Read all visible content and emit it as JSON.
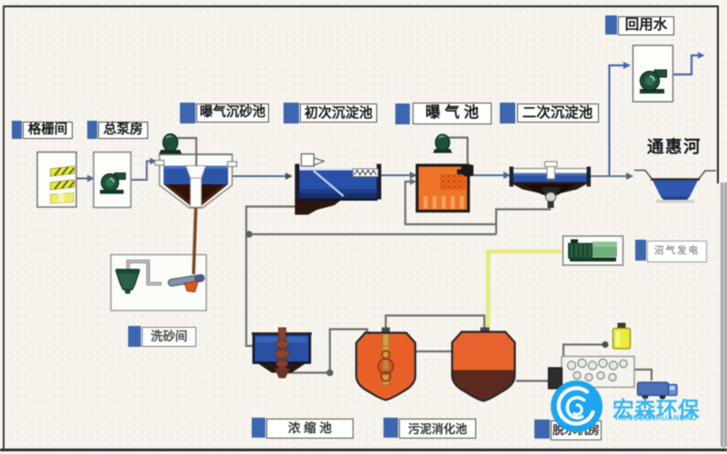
{
  "diagram": {
    "subject": "wastewater-treatment-plant-process-flow",
    "language": "zh-CN"
  },
  "labels": {
    "grid_room": "格栅间",
    "pump_house": "总泵房",
    "grit_chamber": "曝气沉砂池",
    "primary_sedimentation": "初次沉淀池",
    "aeration_tank": "曝 气 池",
    "secondary_sedimentation": "二次沉淀池",
    "reuse_water": "回用水",
    "river": "通惠河",
    "sand_washing": "洗砂间",
    "biogas_power": "沼气发电",
    "thickener": "浓 缩 池",
    "sludge_digester": "污泥消化池",
    "dewatering_room": "脱水机房"
  },
  "watermark": {
    "brand": "宏森环保",
    "brand_latin": "HONGSENHUANBAO",
    "logo": "hongsen-circle-logo",
    "color": "#2fb2f2"
  },
  "equipment_icons": [
    "bar-screen-icon",
    "water-pump-icon",
    "blower-icon",
    "aerated-grit-chamber-icon",
    "primary-clarifier-icon",
    "aeration-tank-icon",
    "secondary-clarifier-icon",
    "reuse-pump-icon",
    "river-channel-icon",
    "sand-washer-icon",
    "sludge-thickener-icon",
    "sludge-digester-icon",
    "biogas-generator-icon",
    "polymer-tank-icon",
    "belt-filter-press-icon",
    "sludge-truck-icon"
  ],
  "colors": {
    "label_square": "#3c67ae",
    "water_blue": "#2a52a8",
    "process_line": "#52688f",
    "sludge_line": "#6e6e6e",
    "gas_line": "#e9ec70",
    "sand_line": "#7a4a2a",
    "tank_orange": "#e8622d",
    "pump_green": "#1f5038",
    "watermark_cyan": "#2fb2f2"
  }
}
